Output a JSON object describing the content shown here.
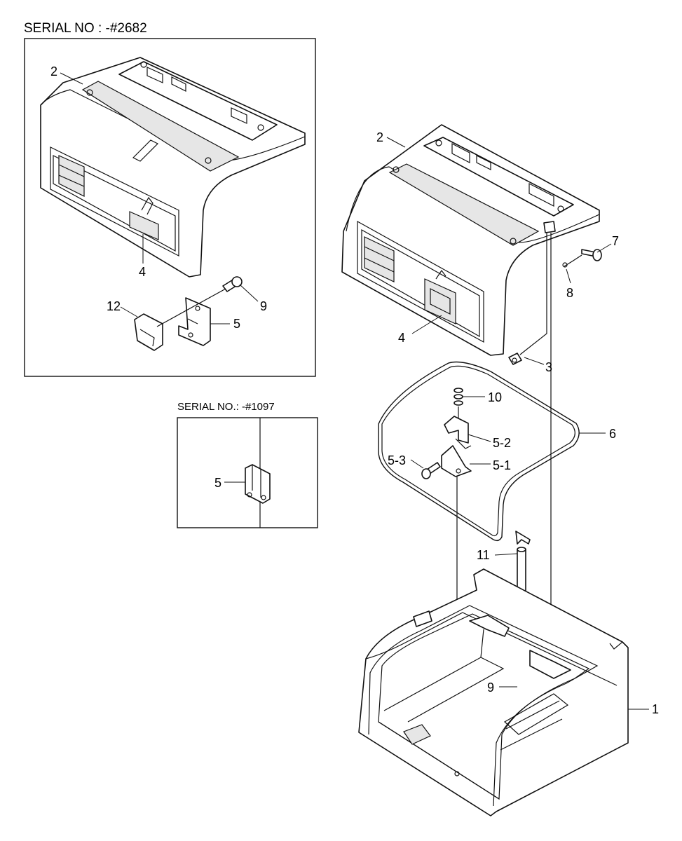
{
  "serial_boxes": {
    "top": "SERIAL NO : -#2682",
    "small": "SERIAL NO.: -#1097"
  },
  "callouts": {
    "inset_hood": "2",
    "inset_latch_handle": "4",
    "inset_bracket": "5",
    "inset_bolt": "9",
    "inset_catch": "12",
    "small_bracket": "5",
    "main_hood": "2",
    "main_latch_handle": "4",
    "hinge_rod": "3",
    "pin": "7",
    "clip": "8",
    "bolt_set": "10",
    "seal": "6",
    "catch_upper": "5-2",
    "catch_lower": "5-1",
    "catch_bolt": "5-3",
    "gas_spring": "11",
    "bottom_bolt": "9",
    "base_frame": "1"
  }
}
